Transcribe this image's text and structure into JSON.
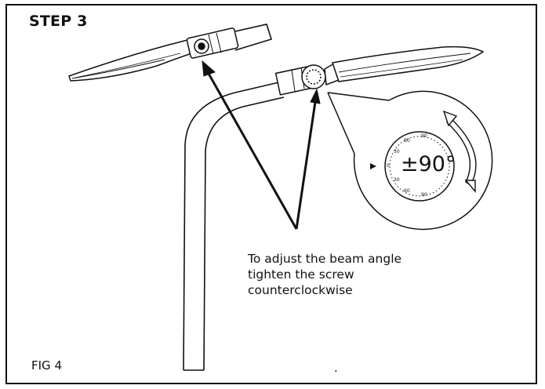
{
  "header": {
    "title": "STEP 3"
  },
  "instruction": {
    "lines": [
      "To adjust the beam angle",
      "tighten the screw",
      "counterclockwise"
    ]
  },
  "figure": {
    "label": "FIG 4",
    "stray_mark": "."
  },
  "dial": {
    "angle_label": "±90°",
    "tick_labels": [
      "90",
      "60",
      "30",
      "0",
      "30",
      "60",
      "90"
    ]
  },
  "colors": {
    "ink": "#111111",
    "background": "#ffffff"
  }
}
